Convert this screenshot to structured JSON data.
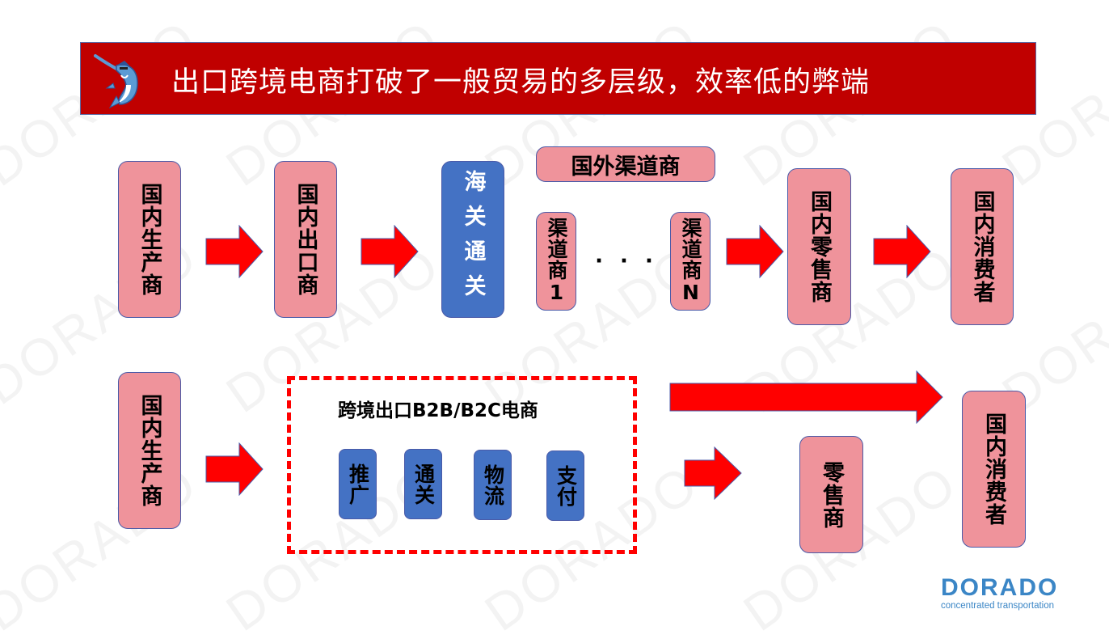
{
  "watermark": "DORADO",
  "header": {
    "title": "出口跨境电商打破了一般贸易的多层级，效率低的弊端",
    "mascot_icon": "swordfish-mascot-icon"
  },
  "row1": {
    "nodes": [
      {
        "label": "国内生产商"
      },
      {
        "label": "国内出口商"
      },
      {
        "label": "海关通关"
      },
      {
        "label": "国外渠道商"
      },
      {
        "label": "渠道商1"
      },
      {
        "label": "渠道商N"
      },
      {
        "label": "国内零售商"
      },
      {
        "label": "国内消费者"
      }
    ],
    "ellipsis": "· · ·"
  },
  "row2": {
    "producer": "国内生产商",
    "platform": {
      "title": "跨境出口B2B/B2C电商",
      "services": [
        "推广",
        "通关",
        "物流",
        "支付"
      ]
    },
    "retailer": "零售商",
    "consumer": "国内消费者"
  },
  "brand": {
    "name": "DORADO",
    "tagline": "concentrated transportation"
  },
  "colors": {
    "title_bg": "#c00000",
    "pink_box": "#ef939b",
    "blue_box": "#4472c4",
    "arrow": "#ff0000",
    "brand": "#3b86c6"
  }
}
